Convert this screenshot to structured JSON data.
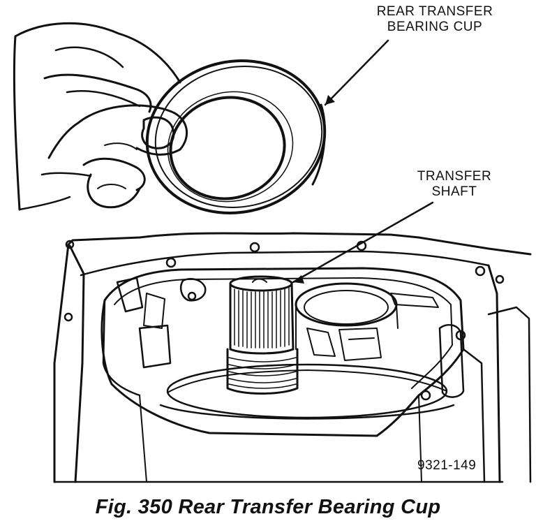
{
  "callouts": {
    "cup": [
      "REAR TRANSFER",
      "BEARING CUP"
    ],
    "shaft": [
      "TRANSFER",
      "SHAFT"
    ]
  },
  "figure_id": "9321-149",
  "caption": "Fig. 350 Rear Transfer Bearing Cup"
}
